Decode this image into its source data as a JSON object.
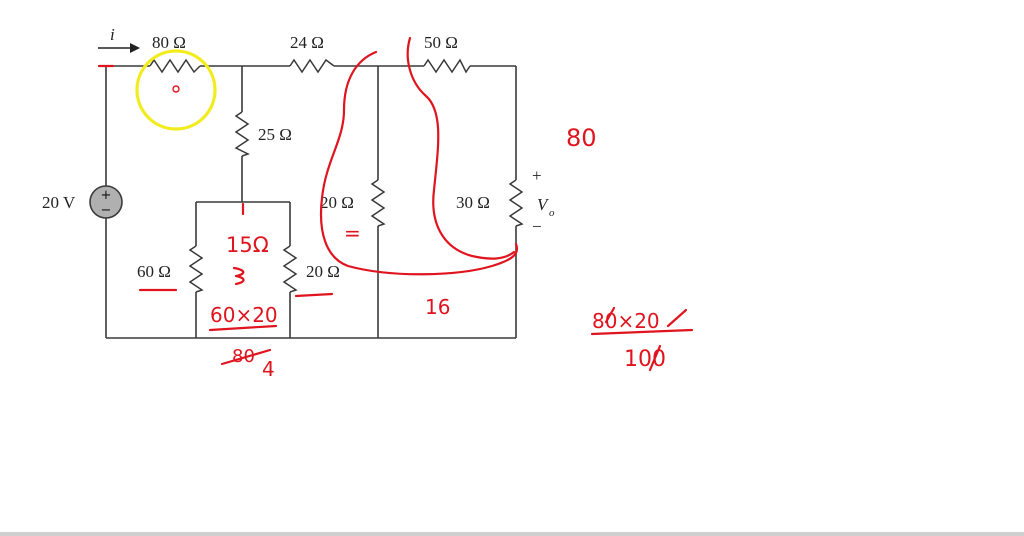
{
  "circuit": {
    "current_label": "i",
    "source_label": "20 V",
    "source_plus": "+",
    "source_minus": "−",
    "resistors": {
      "r80": "80 Ω",
      "r24": "24 Ω",
      "r50": "50 Ω",
      "r25": "25 Ω",
      "r20_mid": "20 Ω",
      "r30": "30 Ω",
      "r60": "60 Ω",
      "r20_low": "20 Ω"
    },
    "output": {
      "plus": "+",
      "label": "V",
      "subscript": "o",
      "minus": "−"
    }
  },
  "annotations": {
    "colors": {
      "ink": "#e0141e",
      "highlight": "#f2ec1f",
      "wire": "#3a3a3a"
    },
    "n_80": "80",
    "n_15": "15Ω",
    "n_16": "16",
    "eq_sign": "=",
    "frac1_num": "60×20",
    "frac1_den": "80",
    "frac1_result": "4",
    "frac2_num": "80×20",
    "frac2_den": "100"
  }
}
